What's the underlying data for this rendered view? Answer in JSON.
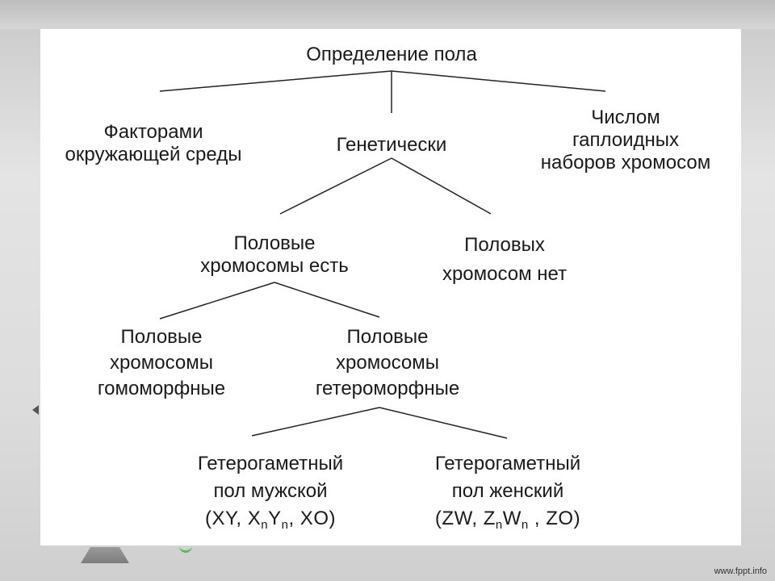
{
  "footer": {
    "credit": "www.fppt.info"
  },
  "diagram": {
    "root": "Определение пола",
    "environment": [
      "Факторами",
      "окружающей среды"
    ],
    "genetic": "Генетически",
    "haploid": [
      "Числом",
      "гаплоидных",
      "наборов хромосом"
    ],
    "sex_chromosomes_yes": [
      "Половые",
      "хромосомы есть"
    ],
    "sex_chromosomes_no": [
      "Половых",
      "хромосом нет"
    ],
    "homomorphic": [
      "Половые",
      "хромосомы",
      "гомоморфные"
    ],
    "heteromorphic": [
      "Половые",
      "хромосомы",
      "гетероморфные"
    ],
    "male": {
      "lines": [
        "Гетерогаметный",
        "пол мужской"
      ],
      "formula": {
        "open": "(XY, X",
        "sub1": "n",
        "mid": "Y",
        "sub2": "n",
        "close": ", XO)"
      }
    },
    "female": {
      "lines": [
        "Гетерогаметный",
        "пол женский"
      ],
      "formula": {
        "open": "(ZW, Z",
        "sub1": "n",
        "mid": "W",
        "sub2": "n",
        "close": " , ZO)"
      }
    }
  }
}
